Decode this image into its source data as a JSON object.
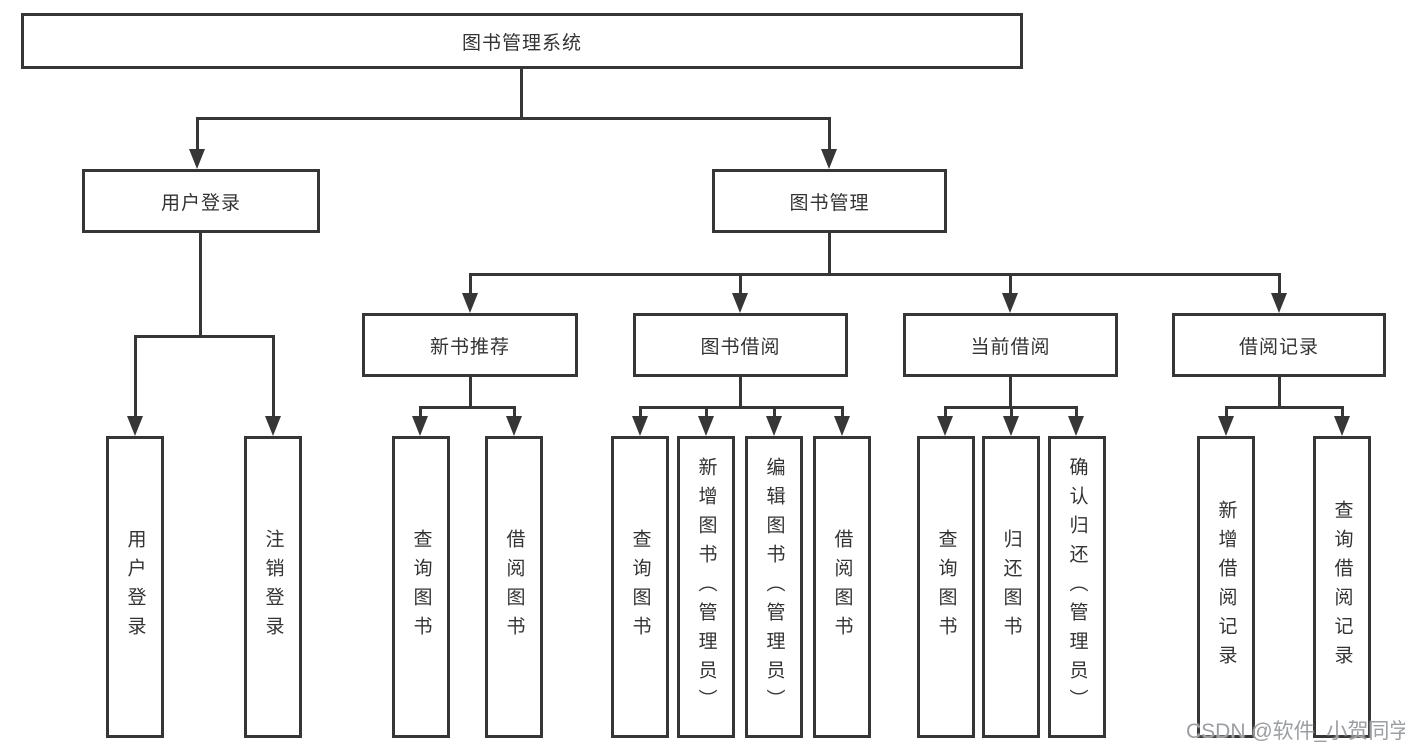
{
  "tree": {
    "root": "图书管理系统",
    "children": [
      {
        "label": "用户登录",
        "leaves": [
          "用户登录",
          "注销登录"
        ]
      },
      {
        "label": "图书管理",
        "children": [
          {
            "label": "新书推荐",
            "leaves": [
              "查询图书",
              "借阅图书"
            ]
          },
          {
            "label": "图书借阅",
            "leaves": [
              "查询图书",
              "新增图书（管理员）",
              "编辑图书（管理员）",
              "借阅图书"
            ]
          },
          {
            "label": "当前借阅",
            "leaves": [
              "查询图书",
              "归还图书",
              "确认归还（管理员）"
            ]
          },
          {
            "label": "借阅记录",
            "leaves": [
              "新增借阅记录",
              "查询借阅记录"
            ]
          }
        ]
      }
    ]
  },
  "watermark": {
    "text": "CSDN @软件_小贺同学"
  },
  "colors": {
    "line": "#363636",
    "box_border": "#363636",
    "text": "#333333",
    "watermark": "#9b9ea3",
    "background": "#ffffff"
  }
}
